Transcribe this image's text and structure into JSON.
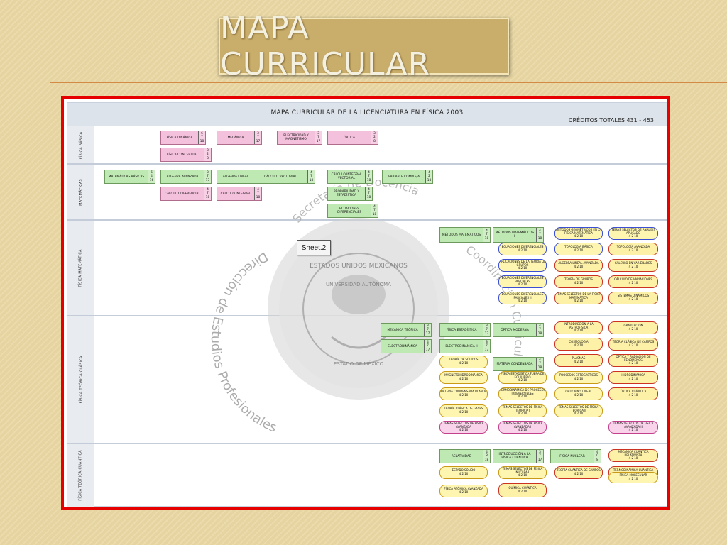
{
  "slide": {
    "title": "MAPA CURRICULAR"
  },
  "sheet": {
    "title": "MAPA CURRICULAR DE LA LICENCIATURA EN FÍSICA 2003",
    "credits": "CRÉDITOS TOTALES 431 - 453",
    "tab_label": "Sheet.2",
    "rows": [
      "FÍSICA BÁSICA",
      "MATEMÁTICAS",
      "FÍSICA MATEMÁTICA",
      "FÍSICA TEÓRICA CLÁSICA",
      "FÍSICA TEÓRICA CUÁNTICA"
    ]
  },
  "watermark": {
    "arc_outer": "Dirección de Estudios Profesionales",
    "arc_top": "Secretaría de Docencia",
    "arc_right": "Coordinación Curricular",
    "seal_top": "ESTADOS UNIDOS MEXICANOS",
    "seal_mid": "UNIVERSIDAD AUTÓNOMA",
    "seal_bottom": "ESTADO DE MÉXICO"
  },
  "boxes": [
    {
      "label": "FÍSICA DINÁMICA",
      "credits": [
        "6",
        "7",
        "18"
      ],
      "color": "pink"
    },
    {
      "label": "MECÁNICA",
      "credits": [
        "3",
        "7",
        "17"
      ],
      "color": "pink"
    },
    {
      "label": "ELECTRICIDAD Y MAGNETISMO",
      "credits": [
        "3",
        "7",
        "17"
      ],
      "color": "pink"
    },
    {
      "label": "ÓPTICA",
      "credits": [
        "3",
        "2",
        "8"
      ],
      "color": "pink"
    },
    {
      "label": "FÍSICA CONCEPTUAL",
      "credits": [
        "3",
        "2",
        "8"
      ],
      "color": "pink"
    },
    {
      "label": "MATEMÁTICAS BÁSICAS",
      "credits": [
        "6",
        "4",
        "16"
      ],
      "color": "green"
    },
    {
      "label": "ÁLGEBRA AVANZADA",
      "credits": [
        "3",
        "7",
        "17"
      ],
      "color": "green"
    },
    {
      "label": "ÁLGEBRA LINEAL",
      "credits": [
        "4",
        "7",
        "18"
      ],
      "color": "green"
    },
    {
      "label": "CÁLCULO VECTORIAL",
      "credits": [
        "4",
        "7",
        "18"
      ],
      "color": "green"
    },
    {
      "label": "CÁLCULO INTEGRAL VECTORIAL",
      "credits": [
        "4",
        "7",
        "18"
      ],
      "color": "green"
    },
    {
      "label": "VARIABLE COMPLEJA",
      "credits": [
        "4",
        "2",
        "18"
      ],
      "color": "green"
    },
    {
      "label": "CÁLCULO DIFERENCIAL",
      "credits": [
        "4",
        "7",
        "18"
      ],
      "color": "pink"
    },
    {
      "label": "CÁLCULO INTEGRAL",
      "credits": [
        "4",
        "7",
        "18"
      ],
      "color": "pink"
    },
    {
      "label": "PROBABILIDAD Y ESTADÍSTICA",
      "credits": [
        "4",
        "7",
        "18"
      ],
      "color": "green"
    },
    {
      "label": "ECUACIONES DIFERENCIALES",
      "credits": [
        "4",
        "7",
        "18"
      ],
      "color": "green"
    },
    {
      "label": "MÉTODOS MATEMÁTICOS",
      "credits": [
        "4",
        "7",
        "18"
      ],
      "color": "green"
    },
    {
      "label": "MÉTODOS MATEMÁTICOS II",
      "credits": [
        "4",
        "7",
        "18"
      ],
      "color": "green"
    },
    {
      "label": "MECÁNICA TEÓRICA",
      "credits": [
        "3",
        "7",
        "17"
      ],
      "color": "green"
    },
    {
      "label": "FÍSICA ESTADÍSTICA",
      "credits": [
        "3",
        "7",
        "17"
      ],
      "color": "green"
    },
    {
      "label": "ÓPTICA MODERNA",
      "credits": [
        "4",
        "7",
        "18"
      ],
      "color": "green"
    },
    {
      "label": "ELECTRODINÁMICA",
      "credits": [
        "4",
        "7",
        "17"
      ],
      "color": "green"
    },
    {
      "label": "ELECTRODINÁMICA II",
      "credits": [
        "3",
        "7",
        "17"
      ],
      "color": "green"
    },
    {
      "label": "MATERIA CONDENSADA",
      "credits": [
        "4",
        "7",
        "18"
      ],
      "color": "green"
    },
    {
      "label": "RELATIVIDAD",
      "credits": [
        "4",
        "8",
        "18"
      ],
      "color": "green"
    },
    {
      "label": "INTRODUCCIÓN A LA FÍSICA CUÁNTICA",
      "credits": [
        "3",
        "7",
        "17"
      ],
      "color": "green"
    },
    {
      "label": "FÍSICA CUÁNTICA",
      "credits": [
        "4",
        "7",
        "18"
      ],
      "color": "green"
    },
    {
      "label": "FÍSICA NUCLEAR",
      "credits": [
        "4",
        "0",
        "8"
      ],
      "color": "green"
    }
  ],
  "pills": [
    {
      "label": "MÉTODOS GEOMÉTRICOS EN LA FÍSICA MATEMÁTICA",
      "credits": "4 2 10",
      "color": "blue"
    },
    {
      "label": "TEMAS SELECTOS DE ANÁLISIS APLICADO",
      "credits": "4 2 10",
      "color": "blue"
    },
    {
      "label": "ECUACIONES DIFERENCIALES",
      "credits": "4 2 10",
      "color": "blue"
    },
    {
      "label": "TOPOLOGÍA BÁSICA",
      "credits": "4 2 10",
      "color": "blue"
    },
    {
      "label": "TOPOLOGÍA AVANZADA",
      "credits": "4 2 10",
      "color": "red"
    },
    {
      "label": "APLICACIONES DE LA TEORÍA DE GRUPOS",
      "credits": "4 2 10",
      "color": "blue"
    },
    {
      "label": "ÁLGEBRA LINEAL AVANZADA",
      "credits": "4 2 10",
      "color": "red"
    },
    {
      "label": "CÁLCULO EN VARIEDADES",
      "credits": "4 2 10",
      "color": "red"
    },
    {
      "label": "ECUACIONES DIFERENCIALES PARCIALES",
      "credits": "4 2 10",
      "color": "blue"
    },
    {
      "label": "TEORÍA DE GRUPOS",
      "credits": "4 2 10",
      "color": "red"
    },
    {
      "label": "CÁLCULO DE VARIACIONES",
      "credits": "4 2 10",
      "color": "red"
    },
    {
      "label": "ECUACIONES DIFERENCIALES PARCIALES II",
      "credits": "4 2 10",
      "color": "blue"
    },
    {
      "label": "TEMAS SELECTOS DE LA FÍSICA MATEMÁTICA",
      "credits": "4 2 10",
      "color": "red"
    },
    {
      "label": "SISTEMAS DINÁMICOS",
      "credits": "4 2 10",
      "color": "red"
    },
    {
      "label": "INTRODUCCIÓN A LA ASTROFÍSICA",
      "credits": "4 2 10",
      "color": "red"
    },
    {
      "label": "GRAVITACIÓN",
      "credits": "4 2 10",
      "color": "red"
    },
    {
      "label": "COSMOLOGÍA",
      "credits": "4 2 10",
      "color": "red"
    },
    {
      "label": "TEORÍA CLÁSICA DE CAMPOS",
      "credits": "4 2 10",
      "color": "red"
    },
    {
      "label": "TEORÍA DE SÓLIDOS",
      "credits": "4 2 10",
      "color": "yellow"
    },
    {
      "label": "PLASMAS",
      "credits": "4 2 10",
      "color": "red"
    },
    {
      "label": "ÓPTICA Y RADIACIÓN DE FENÓMENOS",
      "credits": "4 2 10",
      "color": "red"
    },
    {
      "label": "MAGNETOHIDRODINÁMICA",
      "credits": "4 2 10",
      "color": "yellow"
    },
    {
      "label": "FÍSICA ESTADÍSTICA FUERA DE EQUILIBRIO",
      "credits": "4 2 10",
      "color": "yellow"
    },
    {
      "label": "PROCESOS ESTOCÁSTICOS",
      "credits": "4 2 10",
      "color": "yellow"
    },
    {
      "label": "HIDRODINÁMICA",
      "credits": "4 2 10",
      "color": "red"
    },
    {
      "label": "MATERIA CONDENSADA BLANDA",
      "credits": "4 2 10",
      "color": "yellow"
    },
    {
      "label": "TERMODINÁMICA DE PROCESOS IRREVERSIBLES",
      "credits": "4 2 10",
      "color": "yellow"
    },
    {
      "label": "ÓPTICA NO LINEAL",
      "credits": "4 2 10",
      "color": "yellow"
    },
    {
      "label": "ÓPTICA CUÁNTICA",
      "credits": "4 2 10",
      "color": "red"
    },
    {
      "label": "TEORÍA CLÁSICA DE GASES",
      "credits": "4 2 10",
      "color": "yellow"
    },
    {
      "label": "TEMAS SELECTOS DE FÍSICA TEÓRICA I",
      "credits": "4 2 10",
      "color": "yellow"
    },
    {
      "label": "TEMAS SELECTOS DE FÍSICA TEÓRICA II",
      "credits": "4 2 10",
      "color": "yellow"
    },
    {
      "label": "TEMAS SELECTOS DE FÍSICA AVANZADA",
      "credits": "4 2 10",
      "color": "pink"
    },
    {
      "label": "TEMAS SELECTOS DE FÍSICA AVANZADA I",
      "credits": "4 2 10",
      "color": "pink"
    },
    {
      "label": "TEMAS SELECTOS DE FÍSICA AVANZADA II",
      "credits": "4 2 10",
      "color": "pink"
    },
    {
      "label": "MECÁNICA CUÁNTICA RELATIVISTA",
      "credits": "4 2 10",
      "color": "red"
    },
    {
      "label": "ESTADO SÓLIDO",
      "credits": "4 2 10",
      "color": "yellow"
    },
    {
      "label": "TEMAS SELECTOS DE FÍSICA NUCLEAR",
      "credits": "4 2 10",
      "color": "yellow"
    },
    {
      "label": "TEORÍA CUÁNTICA DE CAMPOS",
      "credits": "4 2 10",
      "color": "red"
    },
    {
      "label": "TERMODINÁMICA CUÁNTICA",
      "credits": "4 2 10",
      "color": "red"
    },
    {
      "label": "FÍSICA MOLECULAR",
      "credits": "4 2 10",
      "color": "yellow"
    },
    {
      "label": "FÍSICA ATÓMICA AVANZADA",
      "credits": "4 2 10",
      "color": "yellow"
    },
    {
      "label": "QUÍMICA CUÁNTICA",
      "credits": "4 2 10",
      "color": "red"
    }
  ]
}
